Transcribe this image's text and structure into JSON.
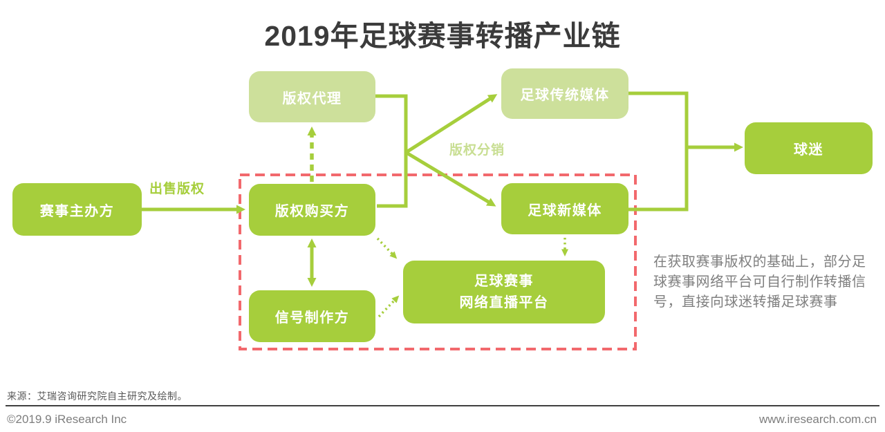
{
  "title": "2019年足球赛事转播产业链",
  "nodes": {
    "agency": {
      "label": "版权代理"
    },
    "traditional_media": {
      "label": "足球传统媒体"
    },
    "fans": {
      "label": "球迷"
    },
    "organizer": {
      "label": "赛事主办方"
    },
    "purchaser": {
      "label": "版权购买方"
    },
    "new_media": {
      "label": "足球新媒体"
    },
    "platform": {
      "label": "足球赛事\n网络直播平台"
    },
    "signal_producer": {
      "label": "信号制作方"
    }
  },
  "edge_labels": {
    "sell_rights": "出售版权",
    "rights_distribution": "版权分销"
  },
  "annotation": "在获取赛事版权的基础上，部分足球赛事网络平台可自行制作转播信号，直接向球迷转播足球赛事",
  "footer": {
    "source": "来源：艾瑞咨询研究院自主研究及绘制。",
    "copyright": "©2019.9 iResearch Inc",
    "website": "www.iresearch.com.cn"
  },
  "colors": {
    "green": "#a6ce3c",
    "light_green": "#cde09b",
    "red": "#f2696d",
    "title": "#3b3b3b",
    "annotation_gray": "#7f7f7f",
    "label_light_green": "#c8de92"
  }
}
